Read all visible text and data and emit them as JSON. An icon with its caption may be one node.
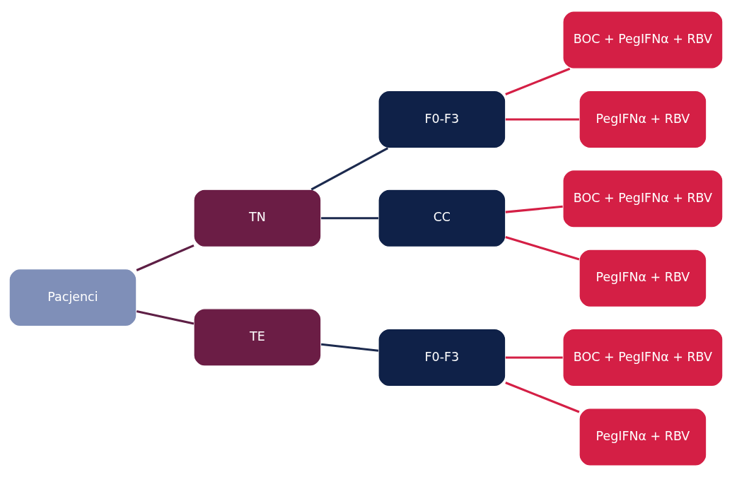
{
  "diagram": {
    "nodes": [
      {
        "text": [
          "Pacjenci"
        ]
      },
      {
        "text": [
          "TN"
        ]
      },
      {
        "text": [
          "TE"
        ]
      },
      {
        "text": [
          "F0-F3"
        ]
      },
      {
        "text": [
          "CC"
        ]
      },
      {
        "text": [
          "F0-F3"
        ]
      },
      {
        "text": [
          "BOC + PegIFNα + RBV"
        ]
      },
      {
        "text": [
          "PegIFNα + RBV"
        ]
      },
      {
        "text": [
          "BOC + PegIFNα + RBV"
        ]
      },
      {
        "text": [
          "PegIFNα + RBV"
        ]
      },
      {
        "text": [
          "BOC + PegIFNα + RBV"
        ]
      },
      {
        "text": [
          "PegIFNα + RBV"
        ]
      }
    ],
    "edges": [
      {
        "from": 0,
        "to": 1,
        "arrow": "none",
        "color": "#5e1f45"
      },
      {
        "from": 0,
        "to": 2,
        "arrow": "none",
        "color": "#5e1f45"
      },
      {
        "from": 1,
        "to": 3,
        "arrow": "none",
        "color": "#1c2a4e"
      },
      {
        "from": 1,
        "to": 4,
        "arrow": "none",
        "color": "#1c2a4e"
      },
      {
        "from": 2,
        "to": 5,
        "arrow": "none",
        "color": "#1c2a4e"
      },
      {
        "from": 3,
        "to": 6,
        "arrow": "none"
      },
      {
        "from": 3,
        "to": 7,
        "arrow": "none"
      },
      {
        "from": 4,
        "to": 8,
        "arrow": "none"
      },
      {
        "from": 4,
        "to": 9,
        "arrow": "none"
      },
      {
        "from": 5,
        "to": 10,
        "arrow": "none"
      },
      {
        "from": 5,
        "to": 11,
        "arrow": "none"
      }
    ]
  }
}
